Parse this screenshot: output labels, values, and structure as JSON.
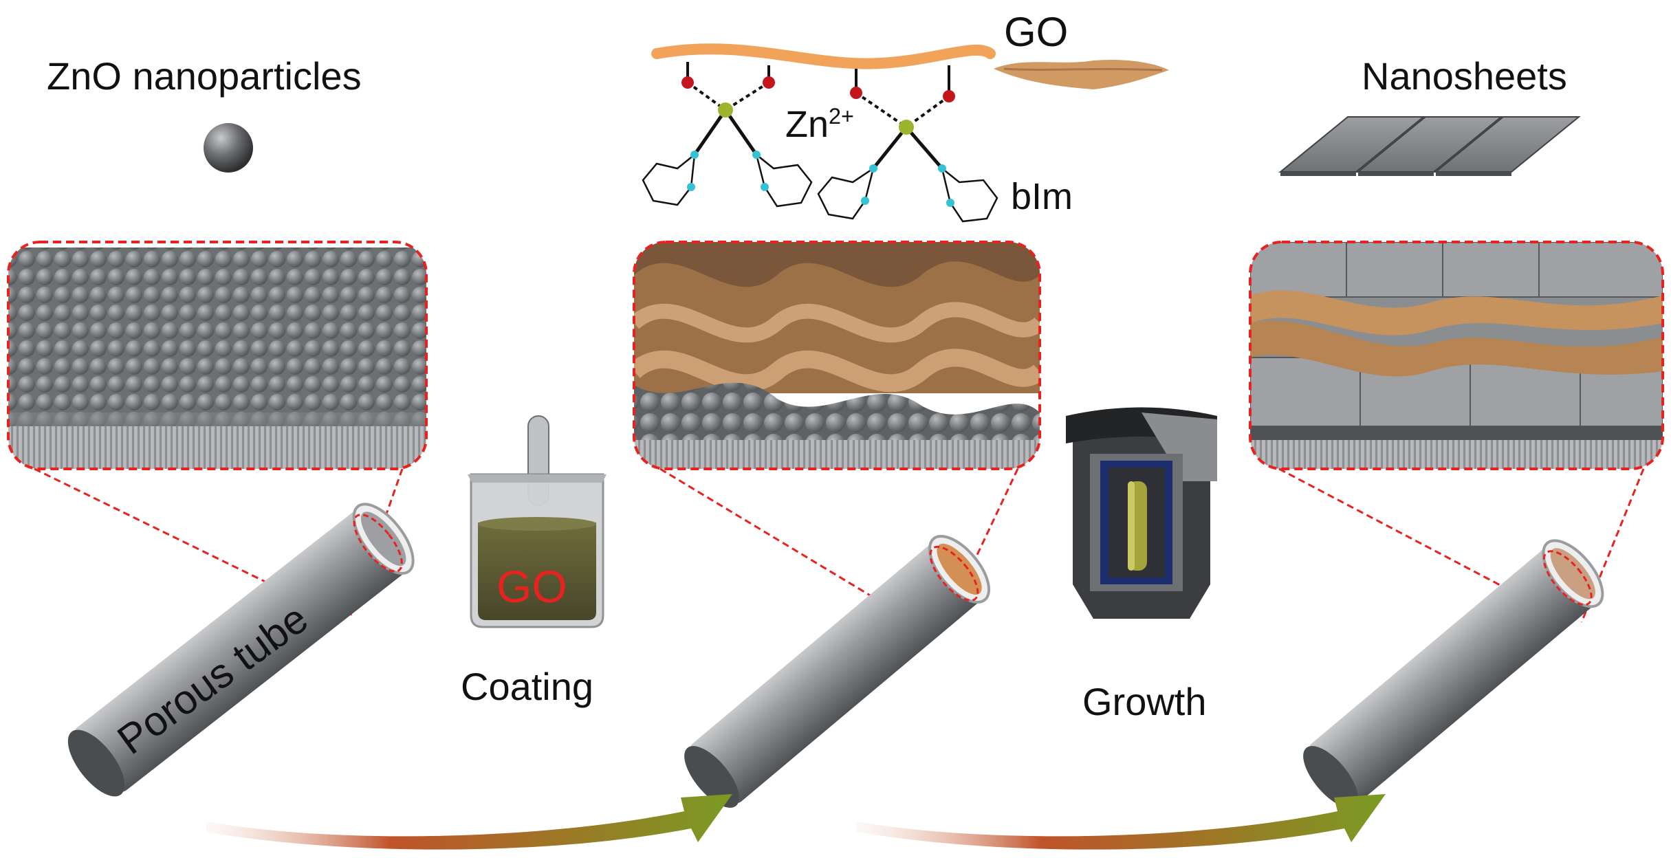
{
  "labels": {
    "zno": "ZnO nanoparticles",
    "go_top": "GO",
    "nanosheets": "Nanosheets",
    "zn": "Zn",
    "zn_charge": "2+",
    "blm": "bIm",
    "porous_tube": "Porous tube",
    "beaker_go": "GO",
    "coating": "Coating",
    "growth": "Growth"
  },
  "colors": {
    "tube": "#8f9193",
    "tube_dark": "#55585b",
    "go_brown": "#b98a5c",
    "go_orange": "#f2a35a",
    "dash_red": "#e8221e",
    "zinc_green": "#9bb52c",
    "oxygen_red": "#c3161d",
    "nitrogen_cyan": "#35c2d4",
    "liquid": "#5c5b32",
    "arrow_start": "#c0532a",
    "arrow_end": "#7a9b23",
    "autoclave": "#3b3d40",
    "autoclave_blue": "#1d2f6e",
    "rod": "#a3a43a"
  }
}
